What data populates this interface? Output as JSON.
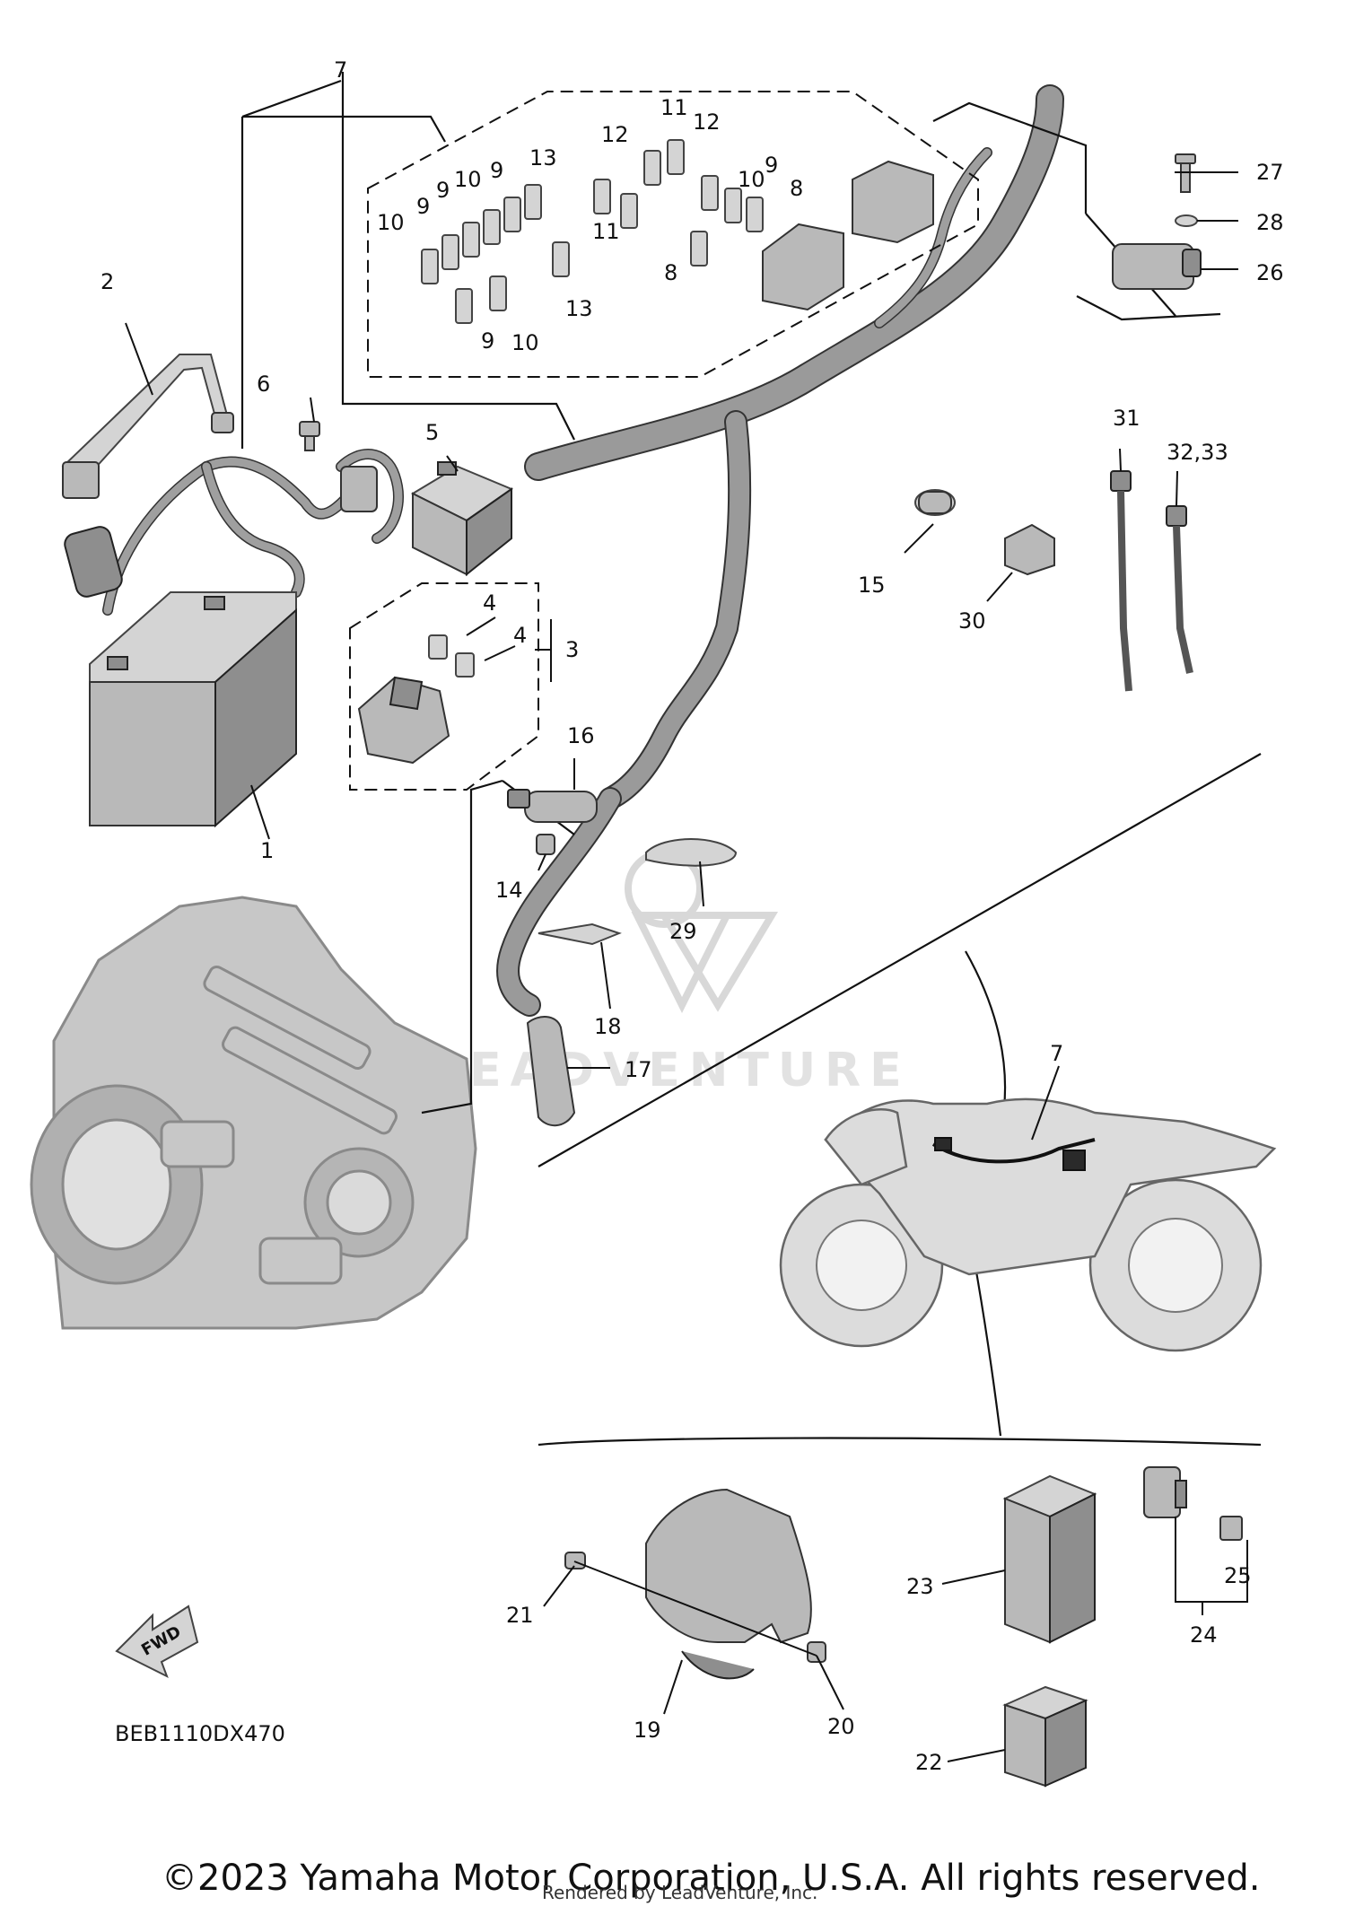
{
  "callouts": {
    "c1": "1",
    "c2": "2",
    "c3": "3",
    "c4a": "4",
    "c4b": "4",
    "c5": "5",
    "c6": "6",
    "c7": "7",
    "c7b": "7",
    "c8a": "8",
    "c8b": "8",
    "c9a": "9",
    "c9b": "9",
    "c9c": "9",
    "c9d": "9",
    "c9e": "9",
    "c10a": "10",
    "c10b": "10",
    "c10c": "10",
    "c10d": "10",
    "c11a": "11",
    "c11b": "11",
    "c12a": "12",
    "c12b": "12",
    "c13a": "13",
    "c13b": "13",
    "c14": "14",
    "c15": "15",
    "c16": "16",
    "c17": "17",
    "c18": "18",
    "c19": "19",
    "c20": "20",
    "c21": "21",
    "c22": "22",
    "c23": "23",
    "c24": "24",
    "c25": "25",
    "c26": "26",
    "c27": "27",
    "c28": "28",
    "c29": "29",
    "c30": "30",
    "c31": "31",
    "c32": "32,33"
  },
  "fwd_label": "FWD",
  "diagram_code": "BEB1110DX470",
  "watermark_text": "LEADVENTURE",
  "copyright": "©2023 Yamaha Motor Corporation, U.S.A. All rights reserved.",
  "rendered_by": "Rendered by LeadVenture, Inc."
}
